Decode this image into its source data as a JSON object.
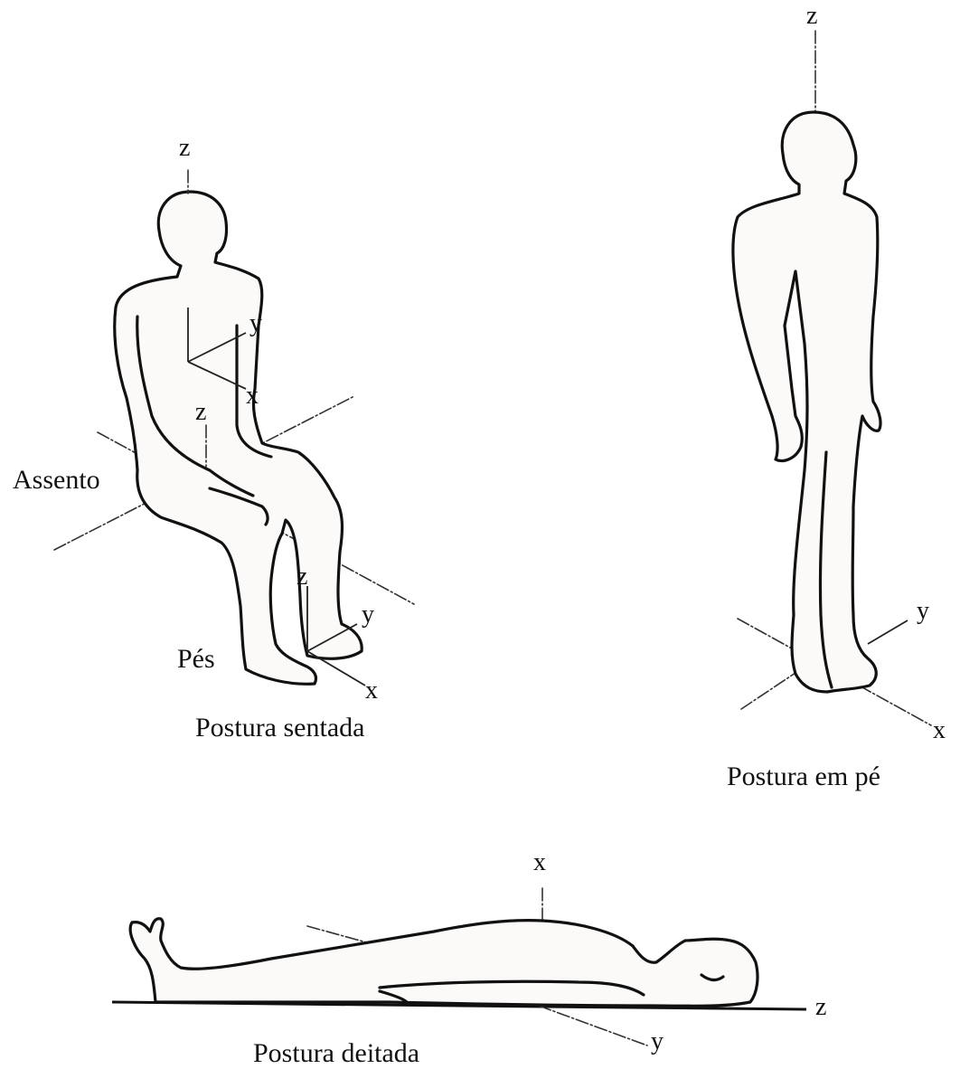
{
  "figures": [
    {
      "caption": "Postura sentada",
      "labels": {
        "head_axis": "z",
        "trunk_axis_y": "y",
        "trunk_axis_x": "x",
        "seat_axis_z": "z",
        "seat": "Assento",
        "feet_axis_z": "z",
        "feet_axis_y": "y",
        "feet_axis_x": "x",
        "feet": "Pés"
      }
    },
    {
      "caption": "Postura em pé",
      "labels": {
        "z": "z",
        "y": "y",
        "x": "x"
      }
    },
    {
      "caption": "Postura deitada",
      "labels": {
        "x": "x",
        "z": "z",
        "y": "y"
      }
    }
  ]
}
